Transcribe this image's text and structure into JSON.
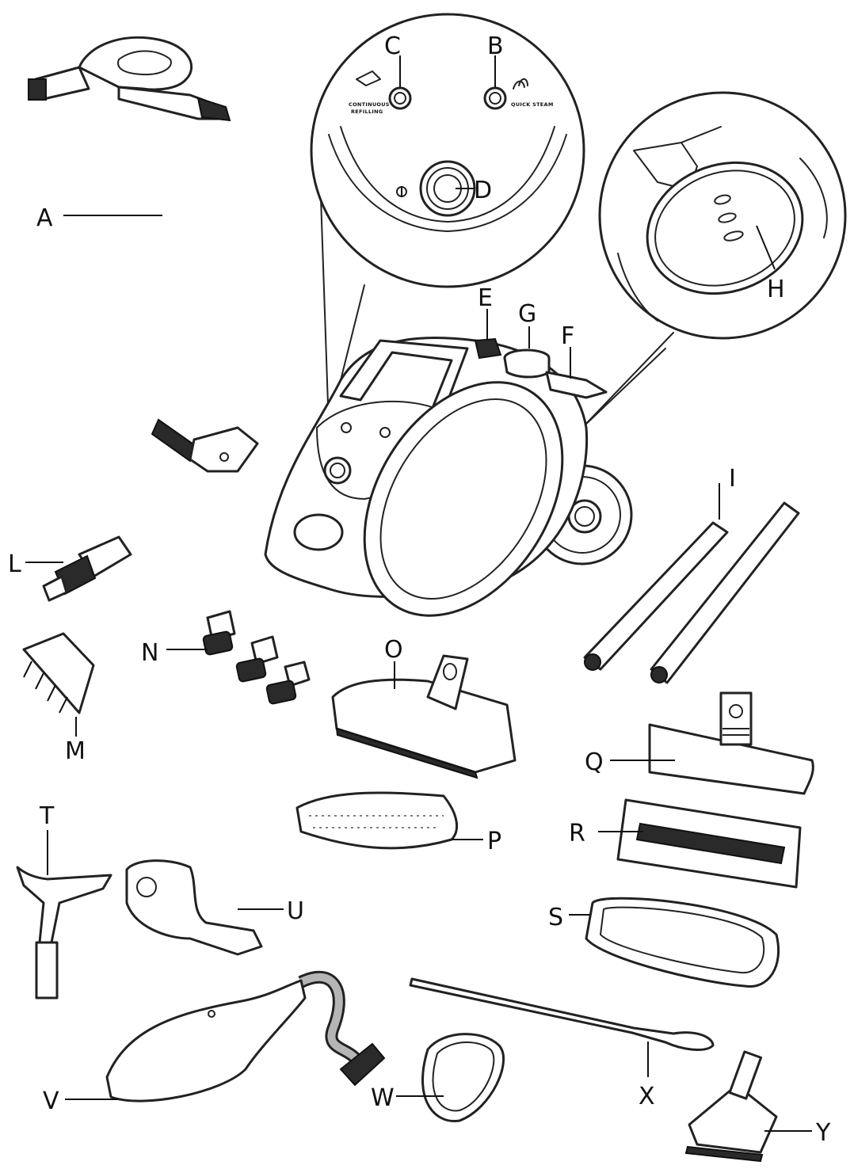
{
  "diagram": {
    "callouts": [
      {
        "id": "A"
      },
      {
        "id": "B"
      },
      {
        "id": "C"
      },
      {
        "id": "D"
      },
      {
        "id": "E"
      },
      {
        "id": "F"
      },
      {
        "id": "G"
      },
      {
        "id": "H"
      },
      {
        "id": "I"
      },
      {
        "id": "L"
      },
      {
        "id": "M"
      },
      {
        "id": "N"
      },
      {
        "id": "O"
      },
      {
        "id": "P"
      },
      {
        "id": "Q"
      },
      {
        "id": "R"
      },
      {
        "id": "S"
      },
      {
        "id": "T"
      },
      {
        "id": "U"
      },
      {
        "id": "V"
      },
      {
        "id": "W"
      },
      {
        "id": "X"
      },
      {
        "id": "Y"
      }
    ],
    "control_panel": {
      "continuous_line1": "CONTINUOUS",
      "continuous_line2": "REFILLING",
      "quick_steam": "QUICK STEAM"
    }
  }
}
